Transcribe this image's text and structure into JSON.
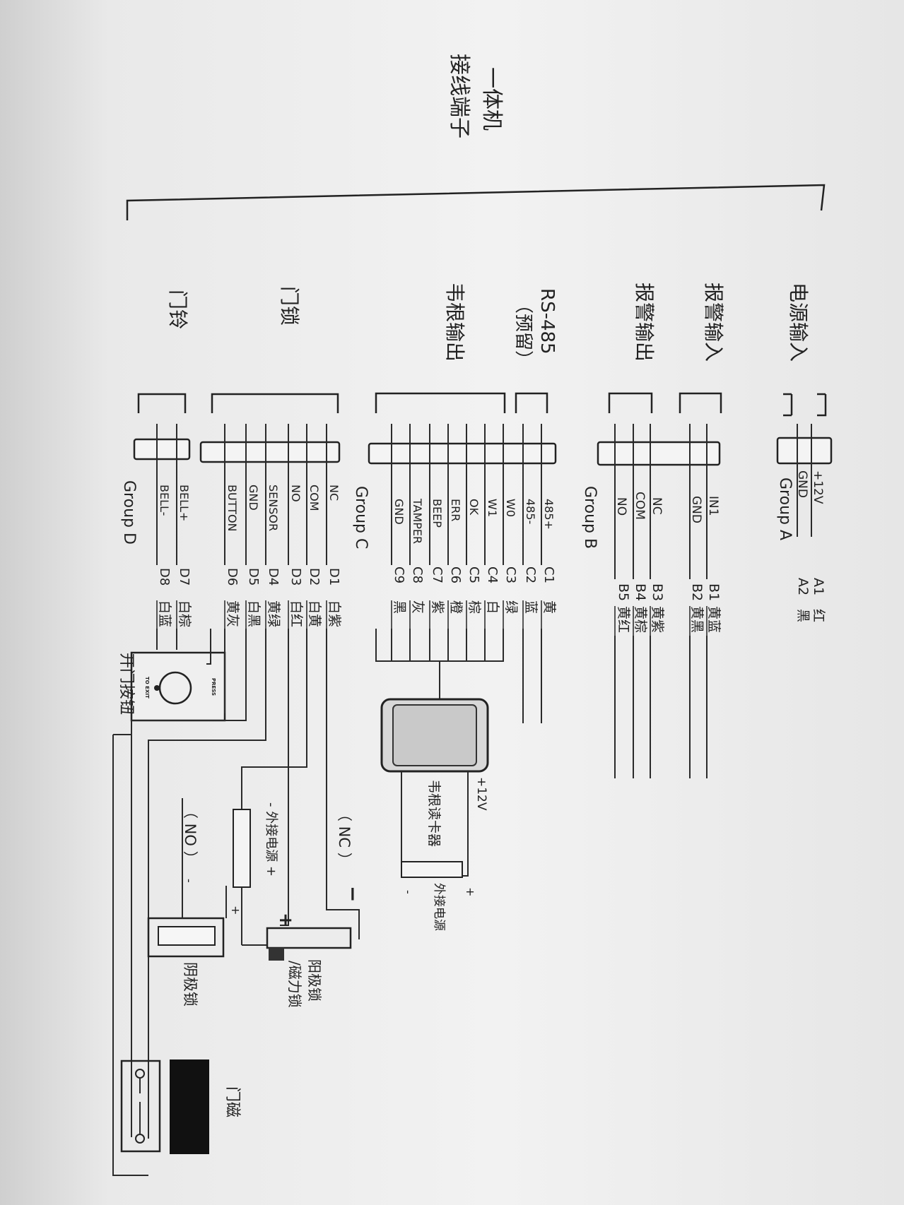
{
  "device": {
    "line1": "一体机",
    "line2": "接线端子"
  },
  "groups": {
    "A": {
      "name": "电源输入",
      "group_label": "Group A",
      "pins": [
        {
          "signal": "+12V",
          "id": "A1",
          "color": "红"
        },
        {
          "signal": "GND",
          "id": "A2",
          "color": "黑"
        }
      ]
    },
    "B_in": {
      "name": "报警输入",
      "pins": [
        {
          "signal": "IN1",
          "id": "B1",
          "color": "黄蓝"
        },
        {
          "signal": "GND",
          "id": "B2",
          "color": "黄黑"
        }
      ]
    },
    "B_out": {
      "name": "报警输出",
      "group_label": "Group B",
      "pins": [
        {
          "signal": "NC",
          "id": "B3",
          "color": "黄紫"
        },
        {
          "signal": "COM",
          "id": "B4",
          "color": "黄棕"
        },
        {
          "signal": "NO",
          "id": "B5",
          "color": "黄红"
        }
      ]
    },
    "C_485": {
      "name_line1": "RS-485",
      "name_line2": "（预留）",
      "pins": [
        {
          "signal": "485+",
          "id": "C1",
          "color": "黄"
        },
        {
          "signal": "485-",
          "id": "C2",
          "color": "蓝"
        }
      ]
    },
    "C_wg": {
      "name": "韦根输出",
      "group_label": "Group C",
      "pins": [
        {
          "signal": "W0",
          "id": "C3",
          "color": "绿"
        },
        {
          "signal": "W1",
          "id": "C4",
          "color": "白"
        },
        {
          "signal": "OK",
          "id": "C5",
          "color": "棕"
        },
        {
          "signal": "ERR",
          "id": "C6",
          "color": "橙"
        },
        {
          "signal": "BEEP",
          "id": "C7",
          "color": "紫"
        },
        {
          "signal": "TAMPER",
          "id": "C8",
          "color": "灰"
        },
        {
          "signal": "GND",
          "id": "C9",
          "color": "黑"
        }
      ]
    },
    "D_lock": {
      "name": "门锁",
      "pins": [
        {
          "signal": "NC",
          "id": "D1",
          "color": "白紫"
        },
        {
          "signal": "COM",
          "id": "D2",
          "color": "白黄"
        },
        {
          "signal": "NO",
          "id": "D3",
          "color": "白红"
        },
        {
          "signal": "SENSOR",
          "id": "D4",
          "color": "黄绿"
        },
        {
          "signal": "GND",
          "id": "D5",
          "color": "白黑"
        },
        {
          "signal": "BUTTON",
          "id": "D6",
          "color": "黄灰"
        }
      ]
    },
    "D_bell": {
      "name": "门铃",
      "group_label": "Group D",
      "pins": [
        {
          "signal": "BELL+",
          "id": "D7",
          "color": "白棕"
        },
        {
          "signal": "BELL-",
          "id": "D8",
          "color": "白蓝"
        }
      ]
    }
  },
  "devices": {
    "reader": {
      "label": "韦根读卡器",
      "supply": "+12V",
      "ext_power": "外接电源",
      "plus": "+",
      "minus": "-"
    },
    "exit_button": {
      "label": "开门按钮",
      "press": "PRESS",
      "to_exit": "TO EXIT"
    },
    "lock_supply": {
      "label": "- 外接电源 +"
    },
    "anode_lock": {
      "label_line1": "阳极锁",
      "label_line2": "/磁力锁",
      "nc": "（ NC ）",
      "plus": "+",
      "minus": "−"
    },
    "cathode_lock": {
      "label": "阴极锁",
      "no": "（ NO ）",
      "plus": "+",
      "minus": "-"
    },
    "door_sensor": {
      "label": "门磁"
    }
  }
}
